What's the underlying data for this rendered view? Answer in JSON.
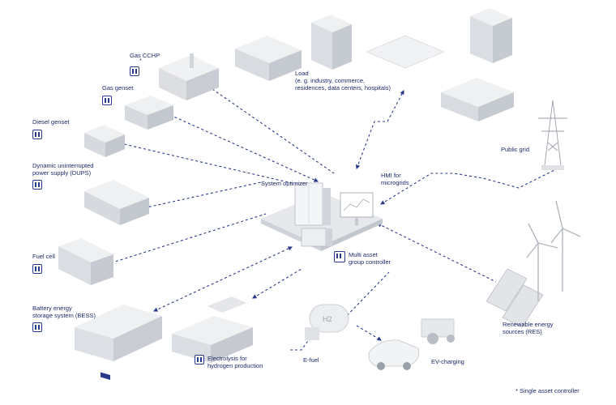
{
  "labels": {
    "gas_cchp": "Gas CCHP",
    "gas_cchp_star": "*",
    "gas_genset": "Gas genset",
    "diesel_genset": "Diesel genset",
    "dups_line1": "Dynamic uninterrupted",
    "dups_line2": "power supply (DUPS)",
    "fuel_cell": "Fuel cell",
    "bess_line1": "Battery energy",
    "bess_line2": "storage system (BESS)",
    "electrolysis_line1": "Electrolysis for",
    "electrolysis_line2": "hydrogen production",
    "efuel": "E-fuel",
    "ev_charging": "EV-charging",
    "res_line1": "Renewable energy",
    "res_line2": "sources (RES)",
    "public_grid": "Public grid",
    "load_title": "Load",
    "load_line1": "(e. g. industry, commerce,",
    "load_line2": "residences, data centers, hospitals)",
    "system_optimizer": "System optimizer",
    "hmi_line1": "HMI for",
    "hmi_line2": "microgrids",
    "multi_line1": "Multi asset",
    "multi_line2": "group controller",
    "footnote": "* Single asset controller",
    "h2_mark": "H2"
  },
  "colors": {
    "line": "#2a3a8a",
    "text": "#1d2a6b",
    "asset_fill": "#f1f2f4",
    "asset_shade": "#d9dbdf",
    "asset_dark": "#b8bcc4"
  }
}
